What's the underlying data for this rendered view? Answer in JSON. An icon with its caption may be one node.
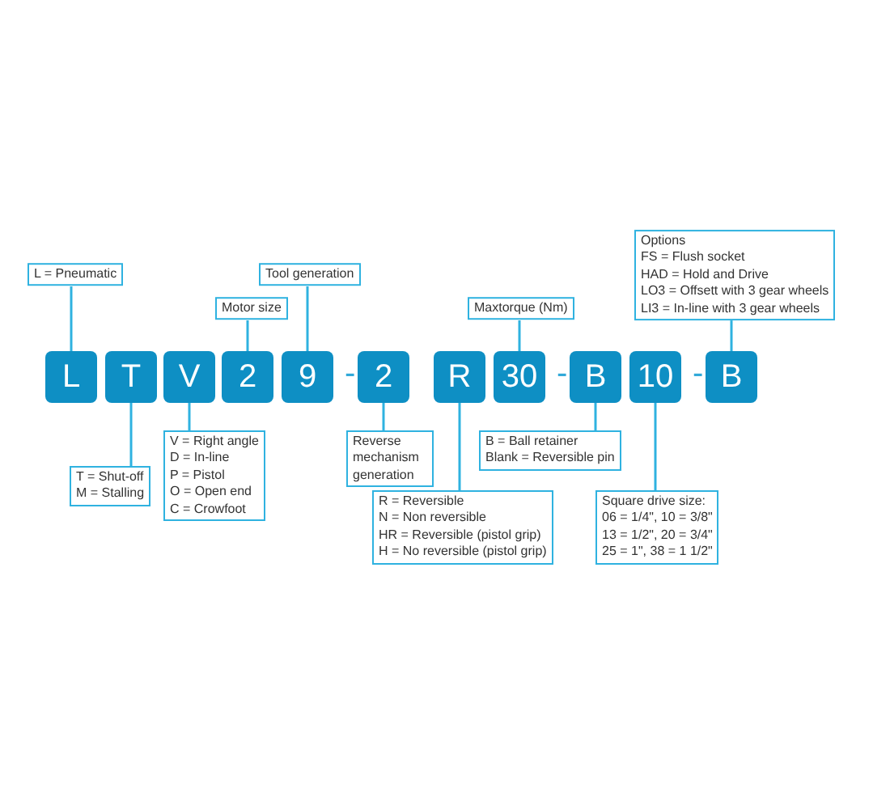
{
  "diagram": {
    "nodes": [
      {
        "text": [
          "L"
        ]
      },
      {
        "text": [
          "T"
        ]
      },
      {
        "text": [
          "V"
        ]
      },
      {
        "text": [
          "2"
        ]
      },
      {
        "text": [
          "9"
        ]
      },
      {
        "text": [
          "2"
        ]
      },
      {
        "text": [
          "R"
        ]
      },
      {
        "text": [
          "30"
        ]
      },
      {
        "text": [
          "B"
        ]
      },
      {
        "text": [
          "10"
        ]
      },
      {
        "text": [
          "B"
        ]
      },
      {
        "text": [
          "Options",
          "FS = Flush socket",
          "HAD = Hold and Drive",
          "LO3 = Offsett with 3 gear wheels",
          "LI3 = In-line with 3 gear wheels"
        ]
      },
      {
        "text": [
          "L = Pneumatic"
        ]
      },
      {
        "text": [
          "Tool generation"
        ]
      },
      {
        "text": [
          "Motor size"
        ]
      },
      {
        "text": [
          "Maxtorque (Nm)"
        ]
      },
      {
        "text": [
          "V = Right angle",
          "D = In-line",
          "P = Pistol",
          "O = Open end",
          "C = Crowfoot"
        ]
      },
      {
        "text": [
          "Reverse mechanism generation"
        ]
      },
      {
        "text": [
          "B = Ball retainer",
          "Blank = Reversible pin"
        ]
      },
      {
        "text": [
          "T = Shut-off",
          "M = Stalling"
        ]
      },
      {
        "text": [
          "R = Reversible",
          "N = Non reversible",
          "HR = Reversible (pistol grip)",
          "H = No reversible (pistol grip)"
        ]
      },
      {
        "text": [
          "Square drive size:",
          "06 = 1/4\", 10 = 3/8\"",
          "13 = 1/2\", 20 = 3/4\"",
          "25 = 1\", 38 = 1 1/2\""
        ]
      }
    ],
    "edges": [
      {
        "from": 11,
        "to": 10,
        "arrow": "none"
      },
      {
        "from": 12,
        "to": 0,
        "arrow": "none"
      },
      {
        "from": 13,
        "to": 4,
        "arrow": "none"
      },
      {
        "from": 14,
        "to": 3,
        "arrow": "none"
      },
      {
        "from": 15,
        "to": 7,
        "arrow": "none"
      },
      {
        "from": 16,
        "to": 2,
        "arrow": "none"
      },
      {
        "from": 17,
        "to": 5,
        "arrow": "none"
      },
      {
        "from": 18,
        "to": 8,
        "arrow": "none"
      },
      {
        "from": 19,
        "to": 1,
        "arrow": "none"
      },
      {
        "from": 20,
        "to": 6,
        "arrow": "none"
      },
      {
        "from": 21,
        "to": 9,
        "arrow": "none"
      }
    ],
    "labels": [
      "-",
      "-",
      "-"
    ]
  }
}
